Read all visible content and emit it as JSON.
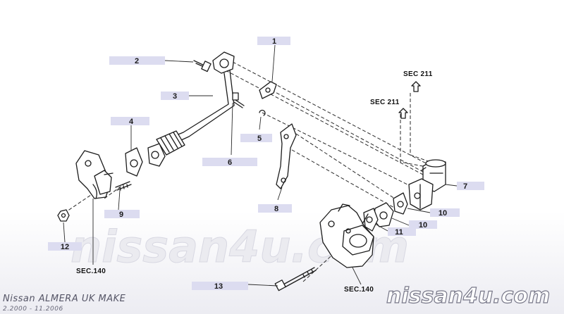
{
  "callouts": [
    {
      "id": "1",
      "label": "1"
    },
    {
      "id": "2",
      "label": "2"
    },
    {
      "id": "3",
      "label": "3"
    },
    {
      "id": "4",
      "label": "4"
    },
    {
      "id": "5",
      "label": "5"
    },
    {
      "id": "6",
      "label": "6"
    },
    {
      "id": "7",
      "label": "7"
    },
    {
      "id": "8",
      "label": "8"
    },
    {
      "id": "9",
      "label": "9"
    },
    {
      "id": "10a",
      "label": "10"
    },
    {
      "id": "10b",
      "label": "10"
    },
    {
      "id": "11",
      "label": "11"
    },
    {
      "id": "12",
      "label": "12"
    },
    {
      "id": "13",
      "label": "13"
    }
  ],
  "section_refs": {
    "sec211_top": "SEC 211",
    "sec211_mid": "SEC 211",
    "sec140_left": "SEC.140",
    "sec140_bottom": "SEC.140"
  },
  "watermark": {
    "center": "nissan4u.com",
    "corner": "nissan4u.com"
  },
  "footer": {
    "title": "Nissan ALMERA UK MAKE",
    "date_range": "2.2000 - 11.2006"
  },
  "colors": {
    "callout_bg": "#dcdcf0",
    "line": "#1c1c1c",
    "watermark": "#e6e6ec"
  }
}
